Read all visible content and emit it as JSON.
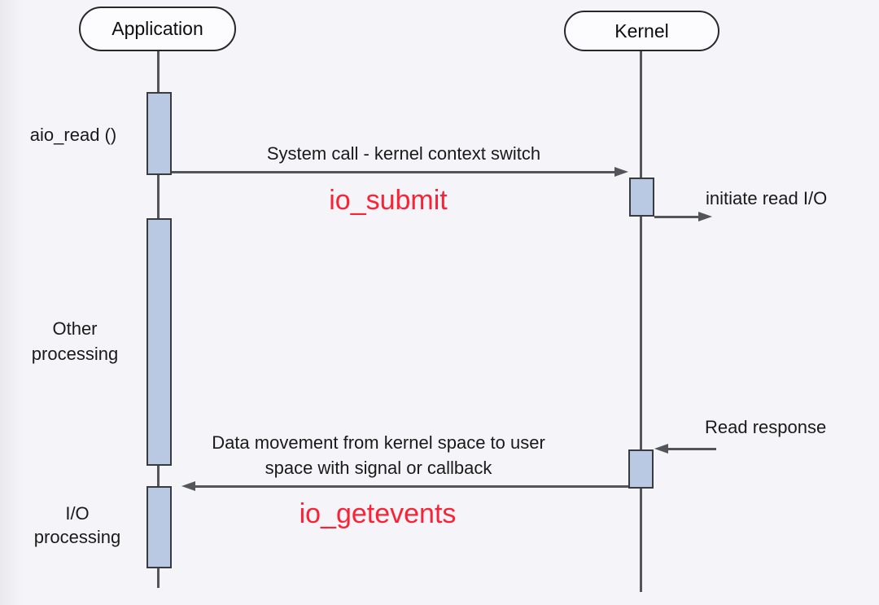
{
  "diagram": {
    "actors": {
      "application": "Application",
      "kernel": "Kernel"
    },
    "lifeline_labels": {
      "aio_read": "aio_read ()",
      "other_processing": "Other\nprocessing",
      "io_processing": "I/O\nprocessing"
    },
    "messages": {
      "system_call": "System call - kernel context switch",
      "io_submit": "io_submit",
      "initiate_read": "initiate read I/O",
      "read_response": "Read response",
      "data_movement": "Data movement from kernel space to user\nspace with signal or callback",
      "io_getevents": "io_getevents"
    },
    "colors": {
      "background": "#f5f5f9",
      "activation_fill": "#b9c8e3",
      "activation_border": "#3a3b3f",
      "line": "#54555a",
      "api_red": "#fb2236",
      "text": "#1a1a1a"
    }
  }
}
